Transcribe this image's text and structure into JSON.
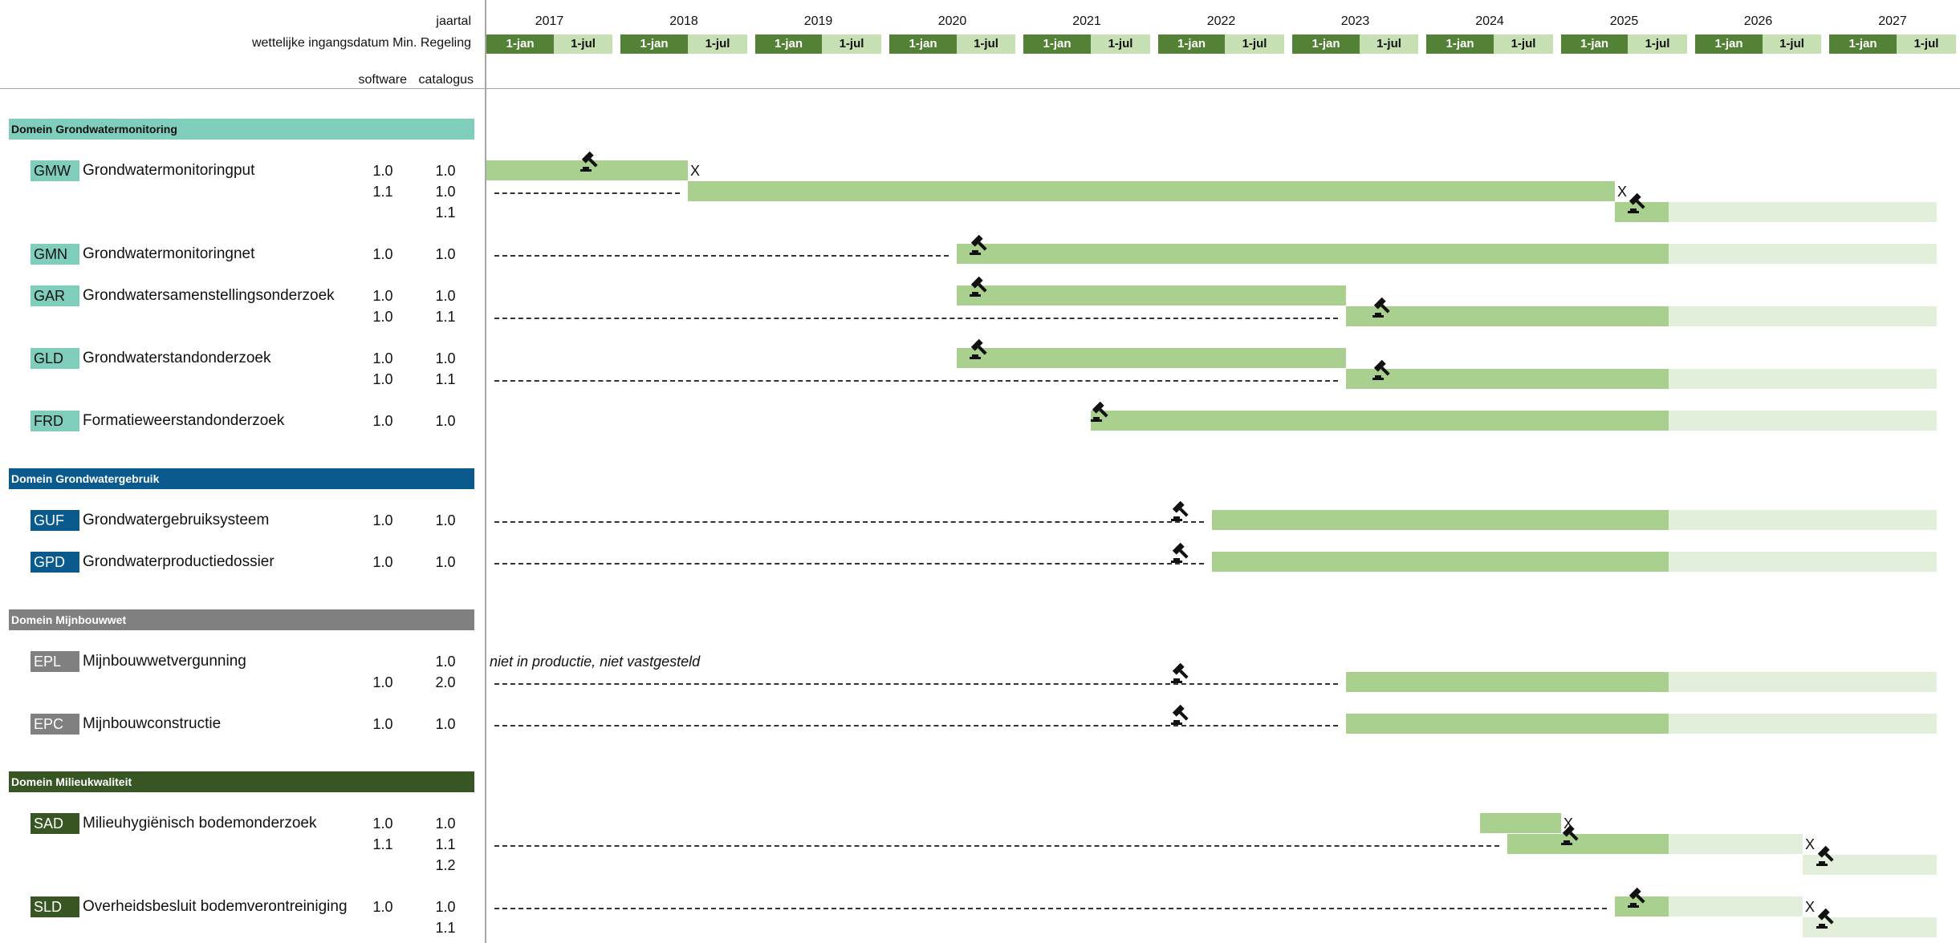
{
  "header": {
    "jaartal_label": "jaartal",
    "regeling_label": "wettelijke ingangsdatum Min. Regeling",
    "software_label": "software",
    "catalogus_label": "catalogus"
  },
  "colors": {
    "jan_cell": "#538135",
    "jul_cell": "#c6e0b4",
    "bar_dark": "#a9d08e",
    "bar_light": "#e2efda",
    "domain_grondwatermonitoring": "#7fcdbb",
    "domain_grondwatergebruik": "#0b5a8e",
    "domain_mijnbouwwet": "#808080",
    "domain_milieukwaliteit": "#375623"
  },
  "chart_data": {
    "type": "gantt",
    "title": "",
    "x_axis": {
      "unit": "year",
      "start": 2017.0,
      "end": 2027.9
    },
    "years": [
      {
        "label": "2017",
        "jan": "1-jan",
        "jul": "1-jul"
      },
      {
        "label": "2018",
        "jan": "1-jan",
        "jul": "1-jul"
      },
      {
        "label": "2019",
        "jan": "1-jan",
        "jul": "1-jul"
      },
      {
        "label": "2020",
        "jan": "1-jan",
        "jul": "1-jul"
      },
      {
        "label": "2021",
        "jan": "1-jan",
        "jul": "1-jul"
      },
      {
        "label": "2022",
        "jan": "1-jan",
        "jul": "1-jul"
      },
      {
        "label": "2023",
        "jan": "1-jan",
        "jul": "1-jul"
      },
      {
        "label": "2024",
        "jan": "1-jan",
        "jul": "1-jul"
      },
      {
        "label": "2025",
        "jan": "1-jan",
        "jul": "1-jul"
      },
      {
        "label": "2026",
        "jan": "1-jan",
        "jul": "1-jul"
      },
      {
        "label": "2027",
        "jan": "1-jan",
        "jul": "1-jul"
      }
    ],
    "domains": [
      {
        "title": "Domein Grondwatermonitoring",
        "color_key": "domain_grondwatermonitoring",
        "text_color": "#111111",
        "objects": [
          {
            "code": "GMW",
            "name": "Grondwatermonitoringput",
            "rows": [
              {
                "software": "1.0",
                "catalogus": "1.0",
                "bars": [
                  {
                    "start": 2017.0,
                    "end": 2018.5,
                    "style": "dark"
                  }
                ],
                "gavels": [
                  2017.7
                ],
                "end_x": 2018.5
              },
              {
                "software": "1.1",
                "catalogus": "1.0",
                "dash": [
                  2017.0,
                  2018.5
                ],
                "bars": [
                  {
                    "start": 2018.5,
                    "end": 2025.4,
                    "style": "dark"
                  }
                ],
                "gavels": [],
                "end_x": 2025.4
              },
              {
                "software": "",
                "catalogus": "1.1",
                "bars": [
                  {
                    "start": 2025.4,
                    "end": 2025.8,
                    "style": "dark"
                  },
                  {
                    "start": 2025.8,
                    "end": 2027.8,
                    "style": "light"
                  }
                ],
                "gavels": [
                  2025.5
                ]
              }
            ]
          },
          {
            "code": "GMN",
            "name": "Grondwatermonitoringnet",
            "rows": [
              {
                "software": "1.0",
                "catalogus": "1.0",
                "dash": [
                  2017.0,
                  2020.5
                ],
                "bars": [
                  {
                    "start": 2020.5,
                    "end": 2025.8,
                    "style": "dark"
                  },
                  {
                    "start": 2025.8,
                    "end": 2027.8,
                    "style": "light"
                  }
                ],
                "gavels": [
                  2020.6
                ]
              }
            ]
          },
          {
            "code": "GAR",
            "name": "Grondwatersamenstellingsonderzoek",
            "rows": [
              {
                "software": "1.0",
                "catalogus": "1.0",
                "bars": [
                  {
                    "start": 2020.5,
                    "end": 2023.4,
                    "style": "dark"
                  }
                ],
                "gavels": [
                  2020.6
                ]
              },
              {
                "software": "1.0",
                "catalogus": "1.1",
                "dash": [
                  2017.0,
                  2023.4
                ],
                "bars": [
                  {
                    "start": 2023.4,
                    "end": 2025.8,
                    "style": "dark"
                  },
                  {
                    "start": 2025.8,
                    "end": 2027.8,
                    "style": "light"
                  }
                ],
                "gavels": [
                  2023.6
                ]
              }
            ]
          },
          {
            "code": "GLD",
            "name": "Grondwaterstandonderzoek",
            "rows": [
              {
                "software": "1.0",
                "catalogus": "1.0",
                "bars": [
                  {
                    "start": 2020.5,
                    "end": 2023.4,
                    "style": "dark"
                  }
                ],
                "gavels": [
                  2020.6
                ]
              },
              {
                "software": "1.0",
                "catalogus": "1.1",
                "dash": [
                  2017.0,
                  2023.4
                ],
                "bars": [
                  {
                    "start": 2023.4,
                    "end": 2025.8,
                    "style": "dark"
                  },
                  {
                    "start": 2025.8,
                    "end": 2027.8,
                    "style": "light"
                  }
                ],
                "gavels": [
                  2023.6
                ]
              }
            ]
          },
          {
            "code": "FRD",
            "name": "Formatieweerstandonderzoek",
            "rows": [
              {
                "software": "1.0",
                "catalogus": "1.0",
                "bars": [
                  {
                    "start": 2021.5,
                    "end": 2025.8,
                    "style": "dark"
                  },
                  {
                    "start": 2025.8,
                    "end": 2027.8,
                    "style": "light"
                  }
                ],
                "gavels": [
                  2021.5
                ]
              }
            ]
          }
        ]
      },
      {
        "title": "Domein Grondwatergebruik",
        "color_key": "domain_grondwatergebruik",
        "text_color": "#ffffff",
        "objects": [
          {
            "code": "GUF",
            "name": "Grondwatergebruiksysteem",
            "rows": [
              {
                "software": "1.0",
                "catalogus": "1.0",
                "dash": [
                  2017.0,
                  2022.4
                ],
                "bars": [
                  {
                    "start": 2022.4,
                    "end": 2025.8,
                    "style": "dark"
                  },
                  {
                    "start": 2025.8,
                    "end": 2027.8,
                    "style": "light"
                  }
                ],
                "gavels": [
                  2022.1
                ]
              }
            ]
          },
          {
            "code": "GPD",
            "name": "Grondwaterproductiedossier",
            "rows": [
              {
                "software": "1.0",
                "catalogus": "1.0",
                "dash": [
                  2017.0,
                  2022.4
                ],
                "bars": [
                  {
                    "start": 2022.4,
                    "end": 2025.8,
                    "style": "dark"
                  },
                  {
                    "start": 2025.8,
                    "end": 2027.8,
                    "style": "light"
                  }
                ],
                "gavels": [
                  2022.1
                ]
              }
            ]
          }
        ]
      },
      {
        "title": "Domein Mijnbouwwet",
        "color_key": "domain_mijnbouwwet",
        "text_color": "#ffffff",
        "objects": [
          {
            "code": "EPL",
            "name": "Mijnbouwwetvergunning",
            "rows": [
              {
                "software": "",
                "catalogus": "1.0",
                "note": "niet in productie, niet vastgesteld",
                "bars": [],
                "gavels": []
              },
              {
                "software": "1.0",
                "catalogus": "2.0",
                "dash": [
                  2017.0,
                  2023.4
                ],
                "bars": [
                  {
                    "start": 2023.4,
                    "end": 2025.8,
                    "style": "dark"
                  },
                  {
                    "start": 2025.8,
                    "end": 2027.8,
                    "style": "light"
                  }
                ],
                "gavels": [
                  2022.1
                ]
              }
            ]
          },
          {
            "code": "EPC",
            "name": "Mijnbouwconstructie",
            "rows": [
              {
                "software": "1.0",
                "catalogus": "1.0",
                "dash": [
                  2017.0,
                  2023.4
                ],
                "bars": [
                  {
                    "start": 2023.4,
                    "end": 2025.8,
                    "style": "dark"
                  },
                  {
                    "start": 2025.8,
                    "end": 2027.8,
                    "style": "light"
                  }
                ],
                "gavels": [
                  2022.1
                ]
              }
            ]
          }
        ]
      },
      {
        "title": "Domein Milieukwaliteit",
        "color_key": "domain_milieukwaliteit",
        "text_color": "#ffffff",
        "objects": [
          {
            "code": "SAD",
            "name": "Milieuhygiënisch bodemonderzoek",
            "rows": [
              {
                "software": "1.0",
                "catalogus": "1.0",
                "bars": [
                  {
                    "start": 2024.4,
                    "end": 2025.0,
                    "style": "dark"
                  }
                ],
                "gavels": [],
                "end_x": 2025.0
              },
              {
                "software": "1.1",
                "catalogus": "1.1",
                "dash": [
                  2017.0,
                  2024.6
                ],
                "bars": [
                  {
                    "start": 2024.6,
                    "end": 2025.8,
                    "style": "dark"
                  },
                  {
                    "start": 2025.8,
                    "end": 2026.8,
                    "style": "light"
                  }
                ],
                "gavels": [
                  2025.0
                ],
                "end_x": 2026.8
              },
              {
                "software": "",
                "catalogus": "1.2",
                "bars": [
                  {
                    "start": 2026.8,
                    "end": 2027.8,
                    "style": "light"
                  }
                ],
                "gavels": [
                  2026.9
                ]
              }
            ]
          },
          {
            "code": "SLD",
            "name": "Overheidsbesluit bodemverontreiniging",
            "rows": [
              {
                "software": "1.0",
                "catalogus": "1.0",
                "dash": [
                  2017.0,
                  2025.4
                ],
                "bars": [
                  {
                    "start": 2025.4,
                    "end": 2025.8,
                    "style": "dark"
                  },
                  {
                    "start": 2025.8,
                    "end": 2026.8,
                    "style": "light"
                  }
                ],
                "gavels": [
                  2025.5
                ],
                "end_x": 2026.8
              },
              {
                "software": "",
                "catalogus": "1.1",
                "bars": [
                  {
                    "start": 2026.8,
                    "end": 2027.8,
                    "style": "light"
                  }
                ],
                "gavels": [
                  2026.9
                ]
              }
            ]
          }
        ]
      }
    ]
  },
  "x_marker": "X"
}
